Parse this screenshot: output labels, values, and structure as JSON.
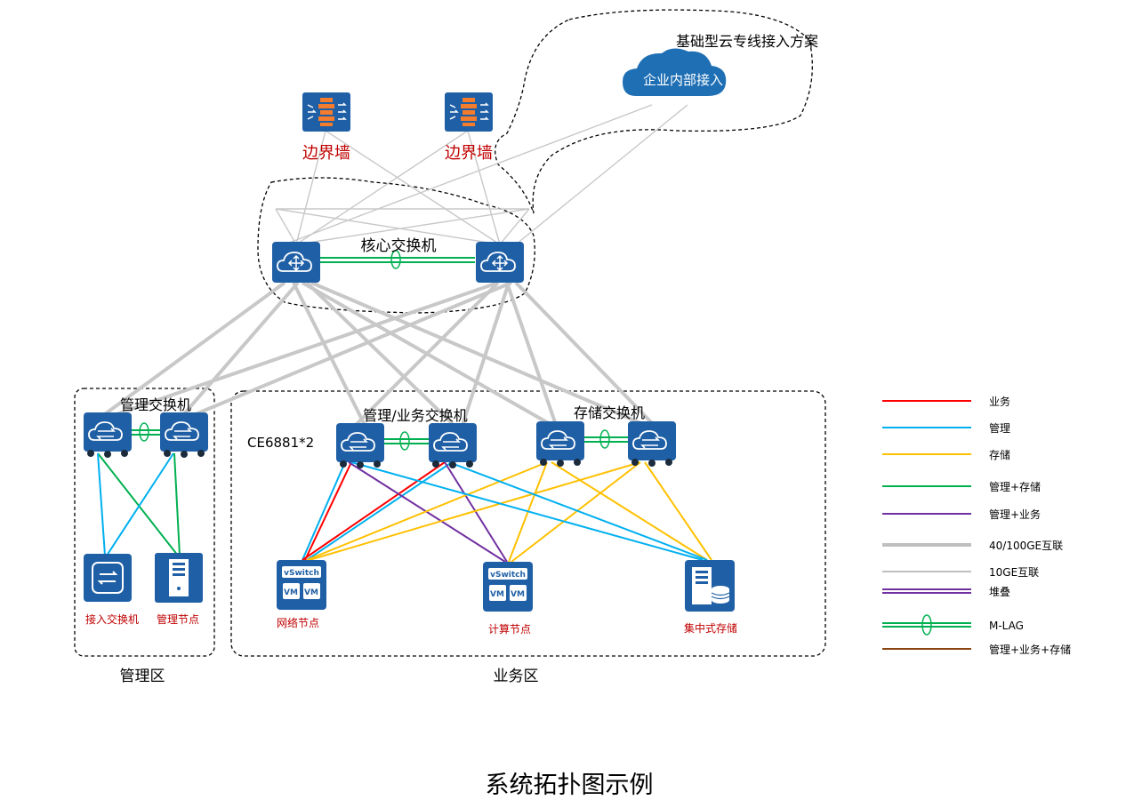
{
  "cloud_solution_label": "基础型云专线接入方案",
  "cloud_label": "企业内部接入",
  "firewalls": [
    {
      "label": "边界墙"
    },
    {
      "label": "边界墙"
    }
  ],
  "core_label": "核心交换机",
  "mgmt_switch_label": "管理交换机",
  "svc_switch_label": "管理/业务交换机",
  "model_label": "CE6881*2",
  "storage_switch_label": "存储交换机",
  "access_switch_label": "接入交换机",
  "mgmt_node_label": "管理节点",
  "network_node_label": "网络节点",
  "compute_node_label": "计算节点",
  "central_storage_label": "集中式存储",
  "vswitch_label": "vSwitch",
  "vm_label": "VM",
  "zone_mgmt": "管理区",
  "zone_service": "业务区",
  "caption": "系统拓扑图示例",
  "legend": [
    {
      "label": "业务",
      "color": "#ff0000",
      "style": "single"
    },
    {
      "label": "管理",
      "color": "#00b0f0",
      "style": "single"
    },
    {
      "label": "存储",
      "color": "#ffc000",
      "style": "single"
    },
    {
      "label": "管理+存储",
      "color": "#00b050",
      "style": "single"
    },
    {
      "label": "管理+业务",
      "color": "#7030a0",
      "style": "single"
    },
    {
      "label": "40/100GE互联",
      "color": "#bfbfbf",
      "style": "thick"
    },
    {
      "label": "10GE互联",
      "color": "#bfbfbf",
      "style": "thin"
    },
    {
      "label": "堆叠",
      "color": "#7030a0",
      "style": "double"
    },
    {
      "label": "M-LAG",
      "color": "#00b050",
      "style": "mlag"
    },
    {
      "label": "管理+业务+存储",
      "color": "#8b4513",
      "style": "single"
    }
  ]
}
